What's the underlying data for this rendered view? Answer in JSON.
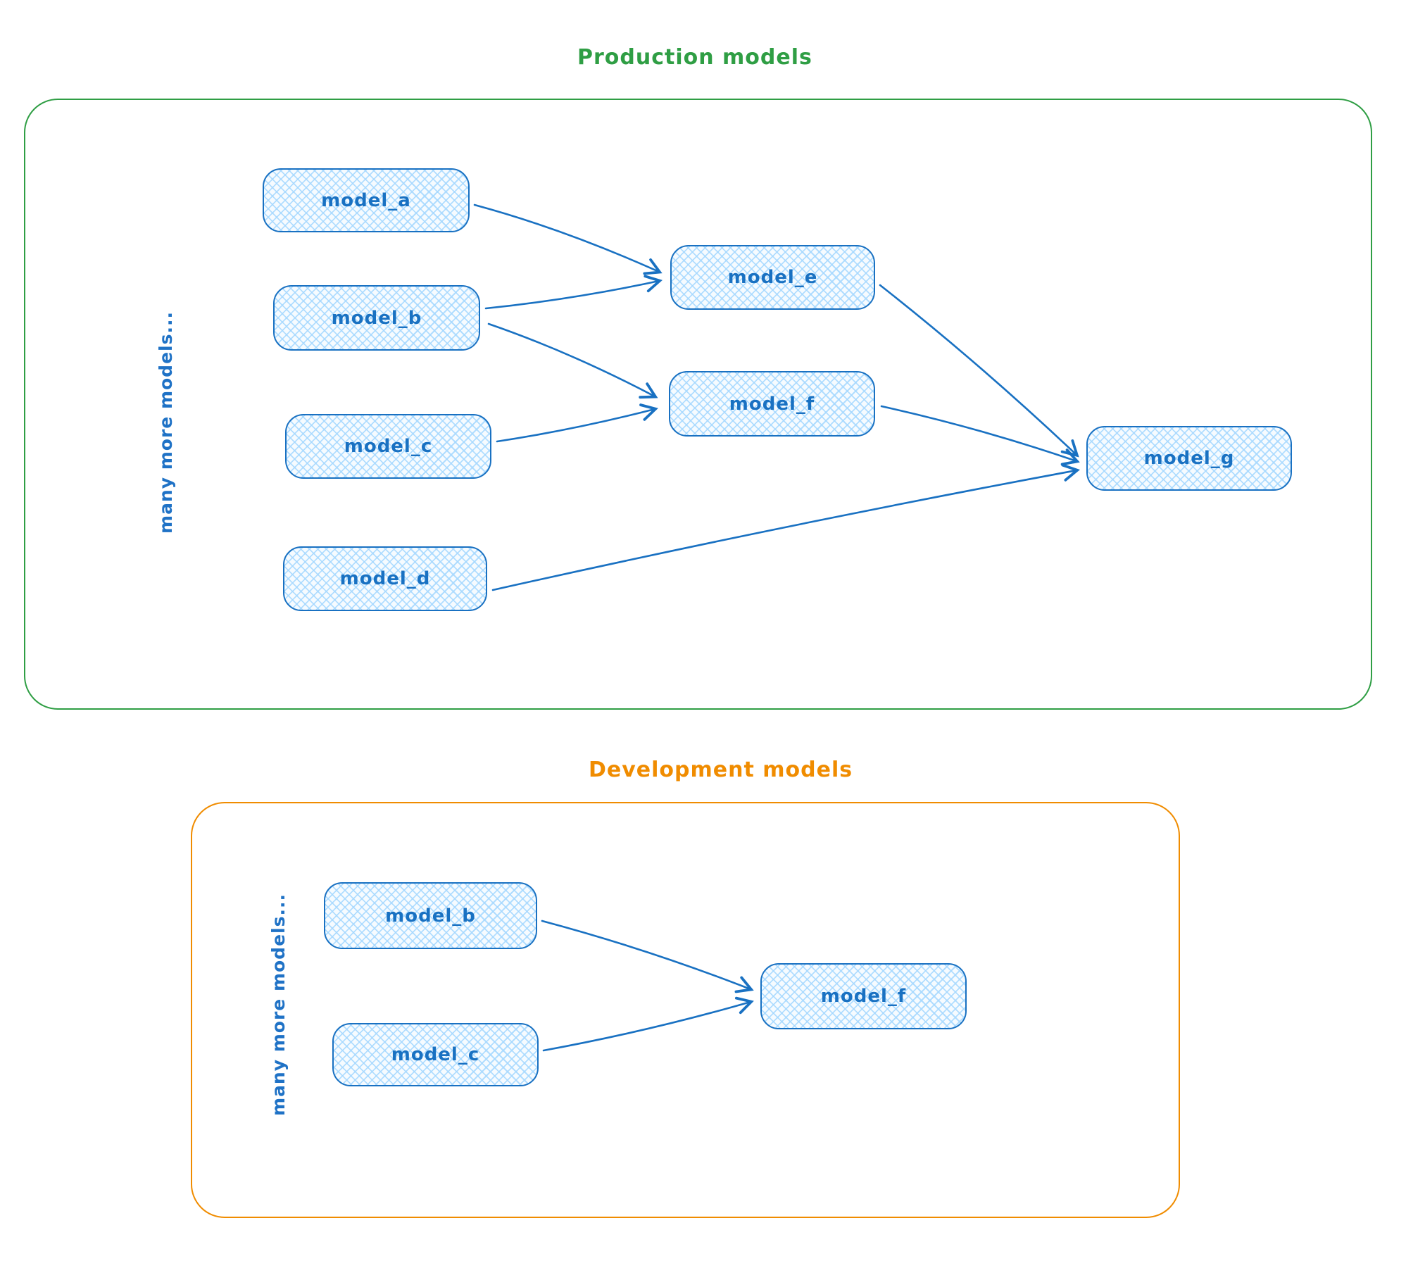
{
  "colors": {
    "node_border_blue": "#1971c2",
    "node_fill_light_blue": "#a5d8ff",
    "production_green": "#2f9e44",
    "development_orange": "#f08c00"
  },
  "production": {
    "title": "Production models",
    "side_label": "many more models...",
    "node_labels": {
      "a": "model_a",
      "b": "model_b",
      "c": "model_c",
      "d": "model_d",
      "e": "model_e",
      "f": "model_f",
      "g": "model_g"
    },
    "edges": [
      {
        "from": "model_a",
        "to": "model_e"
      },
      {
        "from": "model_b",
        "to": "model_e"
      },
      {
        "from": "model_b",
        "to": "model_f"
      },
      {
        "from": "model_c",
        "to": "model_f"
      },
      {
        "from": "model_e",
        "to": "model_g"
      },
      {
        "from": "model_f",
        "to": "model_g"
      },
      {
        "from": "model_d",
        "to": "model_g"
      }
    ]
  },
  "development": {
    "title": "Development models",
    "side_label": "many more models...",
    "node_labels": {
      "b": "model_b",
      "c": "model_c",
      "f": "model_f"
    },
    "edges": [
      {
        "from": "model_b",
        "to": "model_f"
      },
      {
        "from": "model_c",
        "to": "model_f"
      }
    ]
  }
}
